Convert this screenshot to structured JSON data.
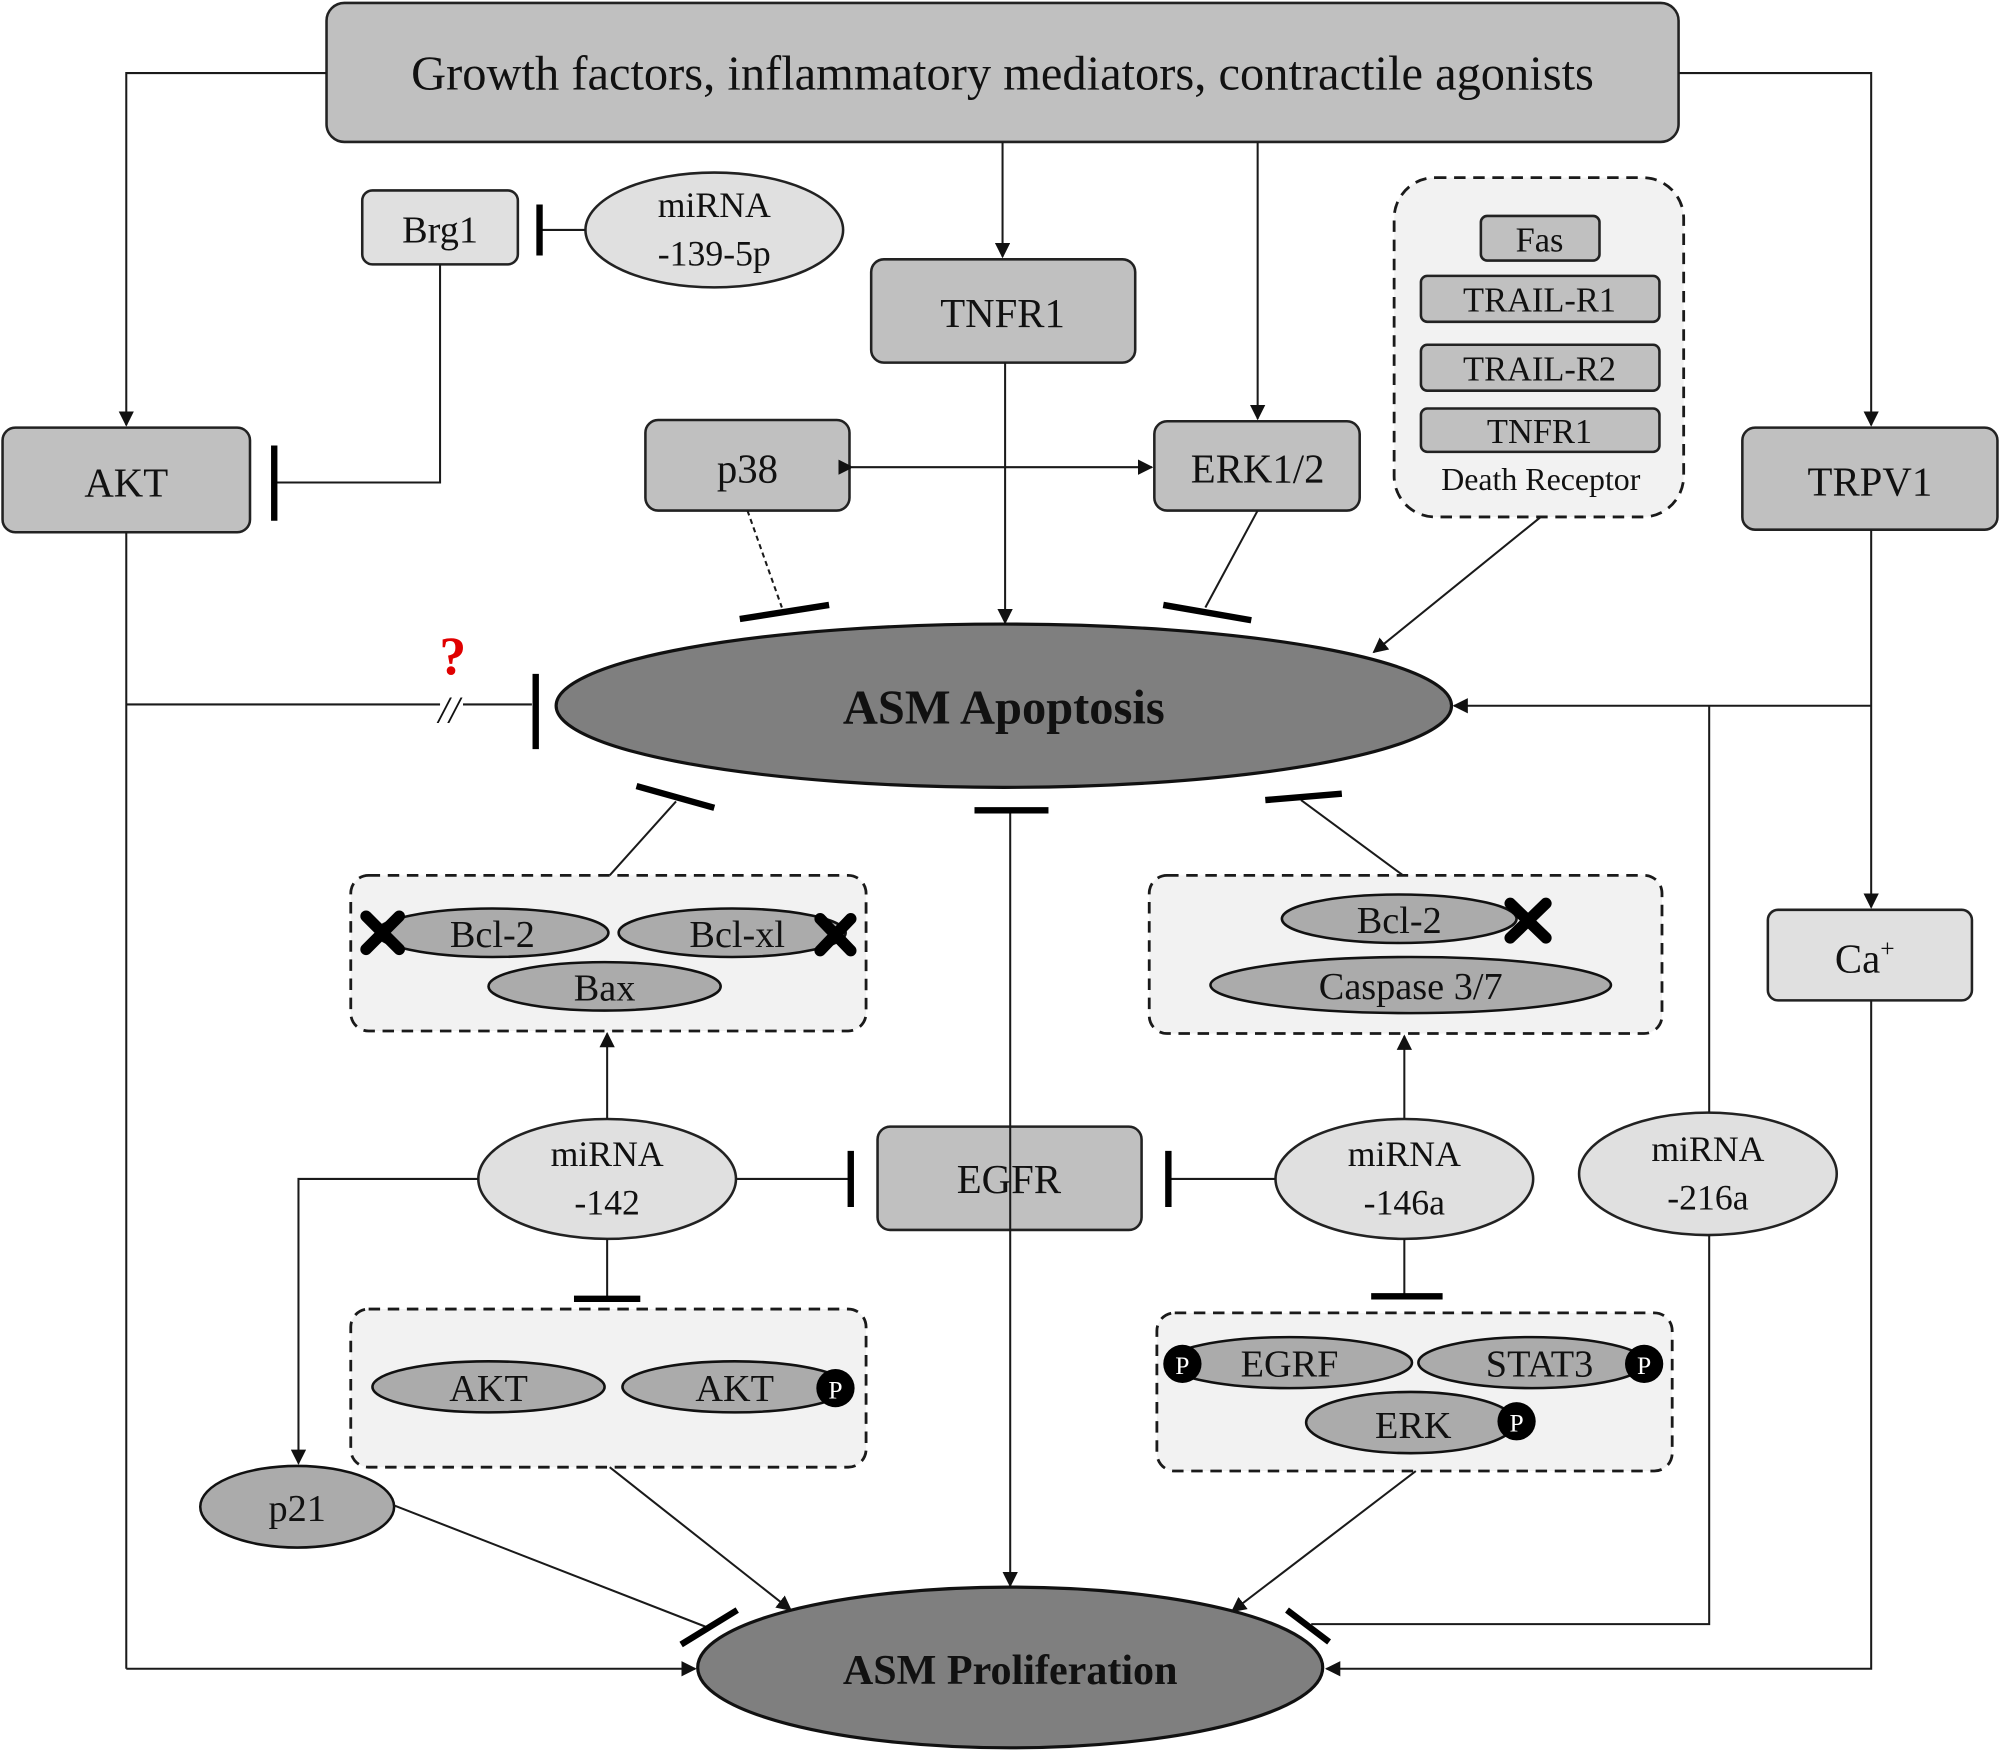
{
  "top_box": "Growth factors, inflammatory mediators, contractile agonists",
  "nodes": {
    "brg1": "Brg1",
    "mirna_139": {
      "line1": "miRNA",
      "line2": "-139-5p"
    },
    "tnfr1": "TNFR1",
    "akt": "AKT",
    "p38": "p38",
    "erk12": "ERK1/2",
    "trpv1": "TRPV1",
    "ca": {
      "base": "Ca",
      "sup": "+"
    },
    "egfr": "EGFR",
    "mirna_142": {
      "line1": "miRNA",
      "line2": "-142"
    },
    "mirna_146a": {
      "line1": "miRNA",
      "line2": "-146a"
    },
    "mirna_216a": {
      "line1": "miRNA",
      "line2": "-216a"
    },
    "p21": "p21",
    "asm_apoptosis": "ASM Apoptosis",
    "asm_proliferation": "ASM Proliferation"
  },
  "death_receptor": {
    "items": [
      "Fas",
      "TRAIL-R1",
      "TRAIL-R2",
      "TNFR1"
    ],
    "label": "Death Receptor"
  },
  "group_bcl_left": {
    "bcl2": "Bcl-2",
    "bclxl": "Bcl-xl",
    "bax": "Bax"
  },
  "group_bcl_right": {
    "bcl2": "Bcl-2",
    "caspase": "Caspase 3/7"
  },
  "group_akt": {
    "akt": "AKT",
    "akt_p": "AKT"
  },
  "group_egrf": {
    "egrf": "EGRF",
    "stat3": "STAT3",
    "erk": "ERK"
  },
  "phospho_label": "P",
  "unknown_mark": "?",
  "break_mark": "//",
  "colors": {
    "box_dark": "#c0c0c0",
    "box_mid": "#d4d4d4",
    "box_light": "#e0e0e0",
    "ellipse_dark": "#7f7f7f",
    "ellipse_oval": "#ababab",
    "question": "#e00000"
  }
}
